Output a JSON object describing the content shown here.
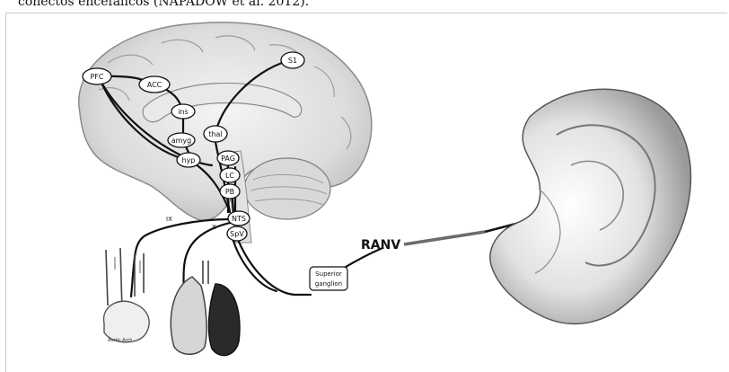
{
  "caption": "conectos encefálicos (NAPADOW et al. 2012).",
  "nodes": {
    "pfc": "PFC",
    "acc": "ACC",
    "s1": "S1",
    "ins": "ins",
    "amyg": "amyg",
    "thal": "thal",
    "hyp": "hyp",
    "pag": "PAG",
    "lc": "LC",
    "pb": "PB",
    "nts": "NTS",
    "spv": "SpV"
  },
  "labels": {
    "nerve_ix": "IX",
    "nerve_x": "X",
    "ganglion_line1": "Superior",
    "ganglion_line2": "ganglion",
    "ranv": "RANV",
    "aortic_arch": "Aortic Arch"
  }
}
